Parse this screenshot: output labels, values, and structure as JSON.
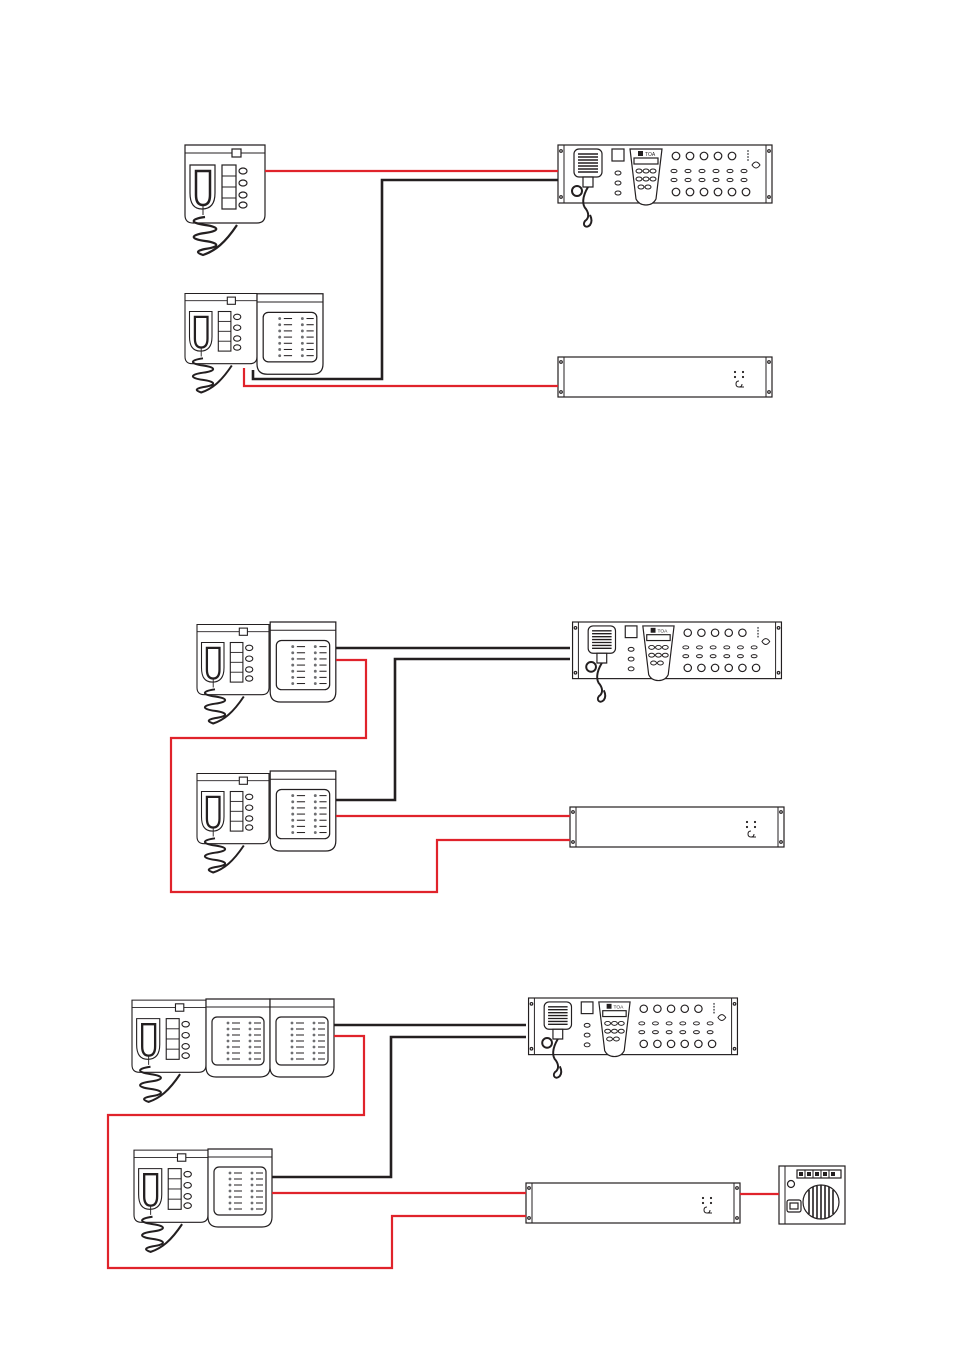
{
  "colors": {
    "red_cable": "#e0232b",
    "black_cable": "#231f20",
    "device_stroke": "#231f20"
  },
  "icons": {
    "station": "paging-station-icon",
    "extension": "extension-keypad-icon",
    "controller": "rack-controller-icon",
    "amplifier": "power-amplifier-icon",
    "psu": "power-supply-icon"
  },
  "configurations": [
    {
      "stations": 2,
      "extensions_per_station": [
        0,
        1
      ],
      "has_psu": false
    },
    {
      "stations": 2,
      "extensions_per_station": [
        1,
        1
      ],
      "has_psu": false
    },
    {
      "stations": 2,
      "extensions_per_station": [
        2,
        1
      ],
      "has_psu": true
    }
  ]
}
